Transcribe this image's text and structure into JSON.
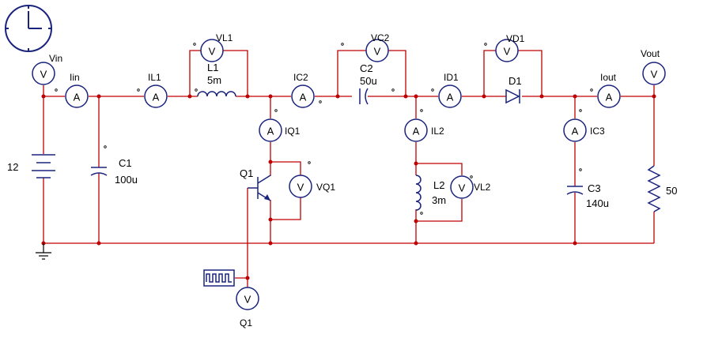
{
  "colors": {
    "wire": "#c00000",
    "component": "#1a237e",
    "meter": "#1a237e"
  },
  "icons": [
    "clock-icon",
    "ground-icon",
    "pulse-source-icon"
  ],
  "source": {
    "value": "12"
  },
  "components": {
    "C1": {
      "name": "C1",
      "value": "100u"
    },
    "L1": {
      "name": "L1",
      "value": "5m"
    },
    "C2": {
      "name": "C2",
      "value": "50u"
    },
    "D1": {
      "name": "D1"
    },
    "Q1": {
      "name": "Q1"
    },
    "L2": {
      "name": "L2",
      "value": "3m"
    },
    "C3": {
      "name": "C3",
      "value": "140u"
    },
    "R": {
      "value": "50"
    }
  },
  "meters": {
    "Vin": {
      "label": "Vin",
      "symbol": "V"
    },
    "Iin": {
      "label": "Iin",
      "symbol": "A"
    },
    "IL1": {
      "label": "IL1",
      "symbol": "A"
    },
    "VL1": {
      "label": "VL1",
      "symbol": "V"
    },
    "IC2": {
      "label": "IC2",
      "symbol": "A"
    },
    "VC2": {
      "label": "VC2",
      "symbol": "V"
    },
    "IQ1": {
      "label": "IQ1",
      "symbol": "A"
    },
    "VQ1": {
      "label": "VQ1",
      "symbol": "V"
    },
    "ID1": {
      "label": "ID1",
      "symbol": "A"
    },
    "VD1": {
      "label": "VD1",
      "symbol": "V"
    },
    "IL2": {
      "label": "IL2",
      "symbol": "A"
    },
    "VL2": {
      "label": "VL2",
      "symbol": "V"
    },
    "Iout": {
      "label": "Iout",
      "symbol": "A"
    },
    "IC3": {
      "label": "IC3",
      "symbol": "A"
    },
    "Vout": {
      "label": "Vout",
      "symbol": "V"
    },
    "VQ1gate": {
      "label": "Q1",
      "symbol": "V"
    }
  }
}
